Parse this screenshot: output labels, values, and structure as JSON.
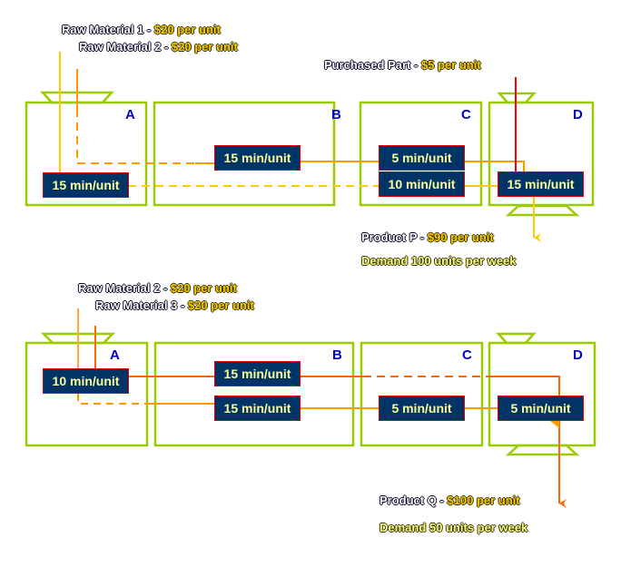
{
  "diagram_p": {
    "inputs": [
      {
        "name": "Raw Material 1",
        "sep": " - ",
        "price": "$20 per unit"
      },
      {
        "name": "Raw Material 2",
        "sep": " - ",
        "price": "$20 per unit"
      },
      {
        "name": "Purchased Part",
        "sep": " - ",
        "price": "$5 per unit"
      }
    ],
    "stations": [
      "A",
      "B",
      "C",
      "D"
    ],
    "tasks": [
      "15 min/unit",
      "15 min/unit",
      "5 min/unit",
      "10 min/unit",
      "15 min/unit"
    ],
    "product": {
      "name": "Product P",
      "sep": " - ",
      "price": "$90 per unit",
      "demand": "Demand 100 units per week"
    }
  },
  "diagram_q": {
    "inputs": [
      {
        "name": "Raw Material 2",
        "sep": " - ",
        "price": "$20 per unit"
      },
      {
        "name": "Raw Material 3",
        "sep": " - ",
        "price": "$20 per unit"
      }
    ],
    "stations": [
      "A",
      "B",
      "C",
      "D"
    ],
    "tasks": [
      "10 min/unit",
      "15 min/unit",
      "15 min/unit",
      "5 min/unit",
      "5 min/unit"
    ],
    "product": {
      "name": "Product Q",
      "sep": " - ",
      "price": "$100 per unit",
      "demand": "Demand 50 units per week"
    }
  },
  "colors": {
    "station_border": "#99cc00",
    "task_bg": "#003366",
    "task_text": "#ffff99",
    "yellow_flow": "#ffcc00",
    "orange_flow": "#ff9900",
    "red_orange_flow": "#ff6600",
    "red_flow": "#ff0000"
  }
}
